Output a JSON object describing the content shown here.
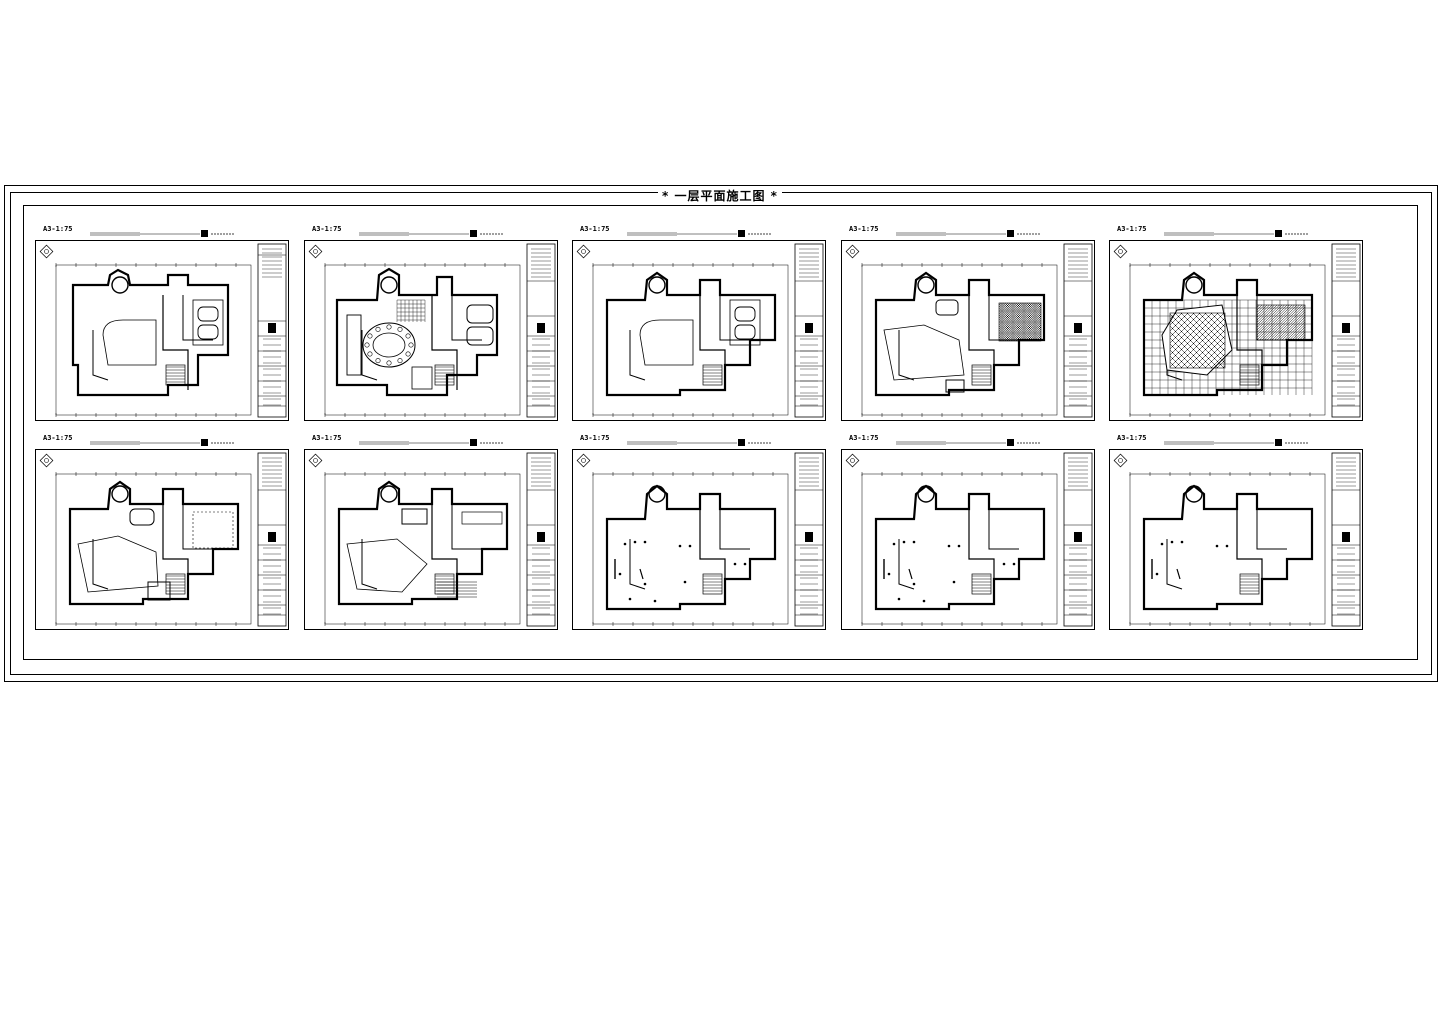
{
  "sheet": {
    "title": "* 一层平面施工图 *"
  },
  "drawings": [
    {
      "id": "d1",
      "scale_label": "A3-1:75",
      "plan": "plan-a",
      "fill": "none",
      "title_strip": "A"
    },
    {
      "id": "d2",
      "scale_label": "A3-1:75",
      "plan": "plan-b",
      "fill": "furniture",
      "title_strip": "B"
    },
    {
      "id": "d3",
      "scale_label": "A3-1:75",
      "plan": "plan-c",
      "fill": "none",
      "title_strip": "B"
    },
    {
      "id": "d4",
      "scale_label": "A3-1:75",
      "plan": "plan-c",
      "fill": "ceiling",
      "title_strip": "B"
    },
    {
      "id": "d5",
      "scale_label": "A3-1:75",
      "plan": "plan-c",
      "fill": "floor",
      "title_strip": "B"
    },
    {
      "id": "d6",
      "scale_label": "A3-1:75",
      "plan": "plan-c",
      "fill": "ceiling2",
      "title_strip": "B"
    },
    {
      "id": "d7",
      "scale_label": "A3-1:75",
      "plan": "plan-c",
      "fill": "lighting",
      "title_strip": "B"
    },
    {
      "id": "d8",
      "scale_label": "A3-1:75",
      "plan": "plan-d",
      "fill": "sockets",
      "title_strip": "B"
    },
    {
      "id": "d9",
      "scale_label": "A3-1:75",
      "plan": "plan-d",
      "fill": "sockets",
      "title_strip": "B"
    },
    {
      "id": "d10",
      "scale_label": "A3-1:75",
      "plan": "plan-d",
      "fill": "switch",
      "title_strip": "B"
    }
  ]
}
